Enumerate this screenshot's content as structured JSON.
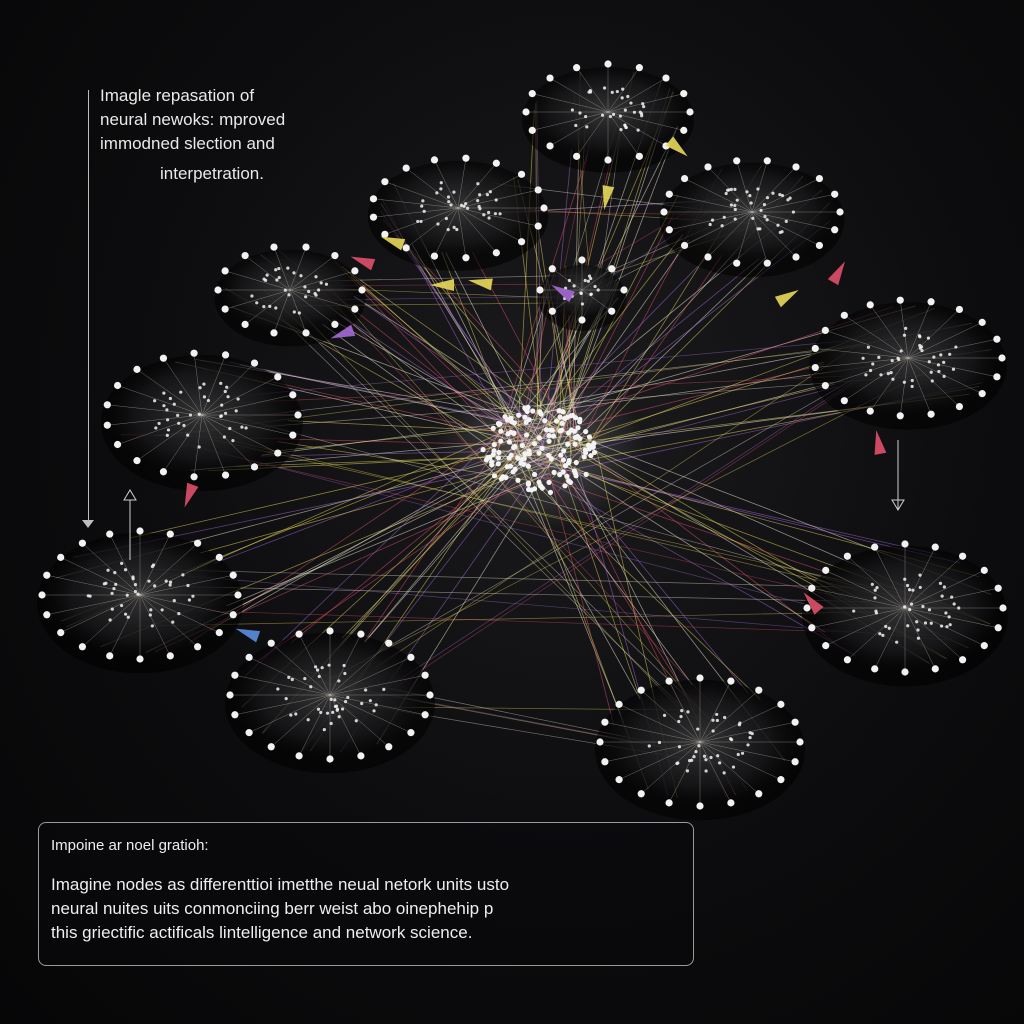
{
  "caption": {
    "line1": "Imagle repasation  of",
    "line2": "neural newoks: mproved",
    "line3": "immodned slection and",
    "line4": "interpetration."
  },
  "note": {
    "title": "Impoine ar noel gratioh:",
    "line1": "Imagine nodes as differenttioi imetthe neual netork units usto",
    "line2": "neural  nuites  uits conmonciing berr weist abo oinephehip p",
    "line3": "this  griectific  actificals lintelligence and network science."
  },
  "colors": {
    "background": "#0c0c0e",
    "node": "#f2f2f2",
    "edge_white": "#f1ecd6",
    "edge_yellow": "#e8d95a",
    "edge_purple": "#a56ad6",
    "edge_red": "#e0506a",
    "edge_blue": "#5a8fe0"
  },
  "icons": {
    "arrowheads": "triangle-arrowhead-icon",
    "nodes": "network-node-icon"
  }
}
